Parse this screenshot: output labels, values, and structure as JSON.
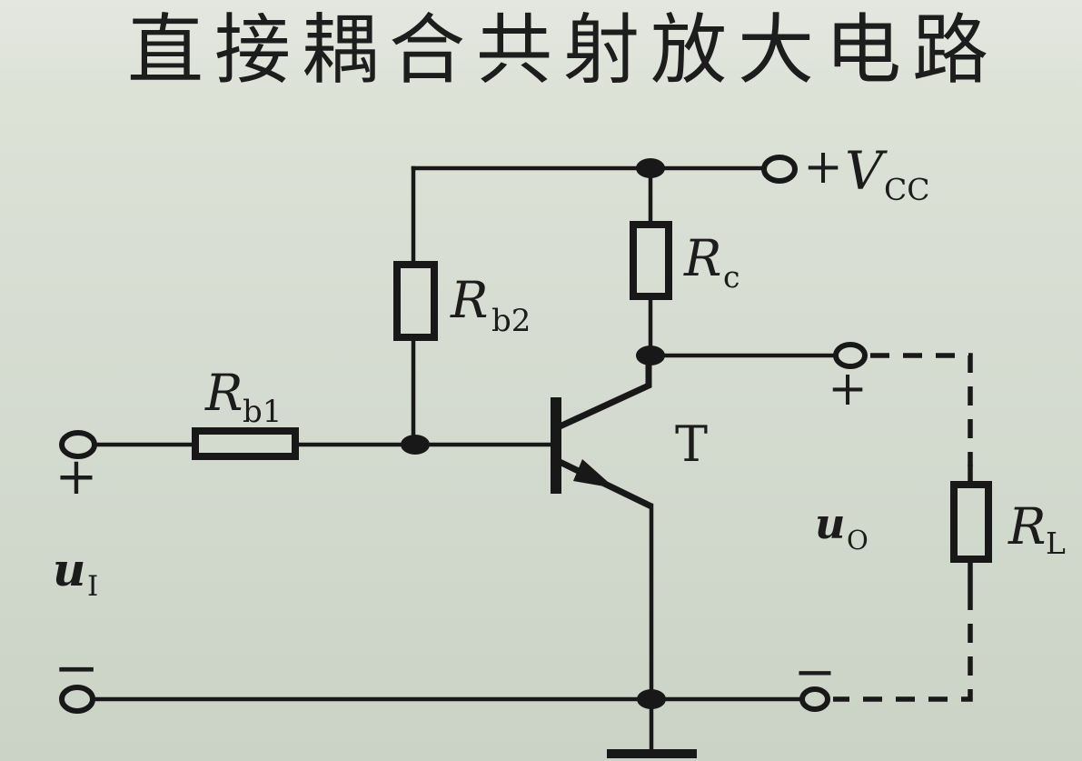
{
  "title": "直接耦合共射放大电路",
  "colors": {
    "background": "#d6dcd1",
    "line": "#181818",
    "text": "#1c1c1c"
  },
  "power": {
    "plus": "+",
    "symbol": "V",
    "subscript": "CC"
  },
  "resistors": {
    "rb1": {
      "symbol": "R",
      "subscript": "b1"
    },
    "rb2": {
      "symbol": "R",
      "subscript": "b2"
    },
    "rc": {
      "symbol": "R",
      "subscript": "c"
    },
    "rl": {
      "symbol": "R",
      "subscript": "L"
    }
  },
  "transistor": {
    "label": "T"
  },
  "input": {
    "symbol": "u",
    "subscript": "I",
    "plus": "+",
    "minus": "−"
  },
  "output": {
    "symbol": "u",
    "subscript": "O",
    "plus": "+",
    "minus": "−"
  }
}
